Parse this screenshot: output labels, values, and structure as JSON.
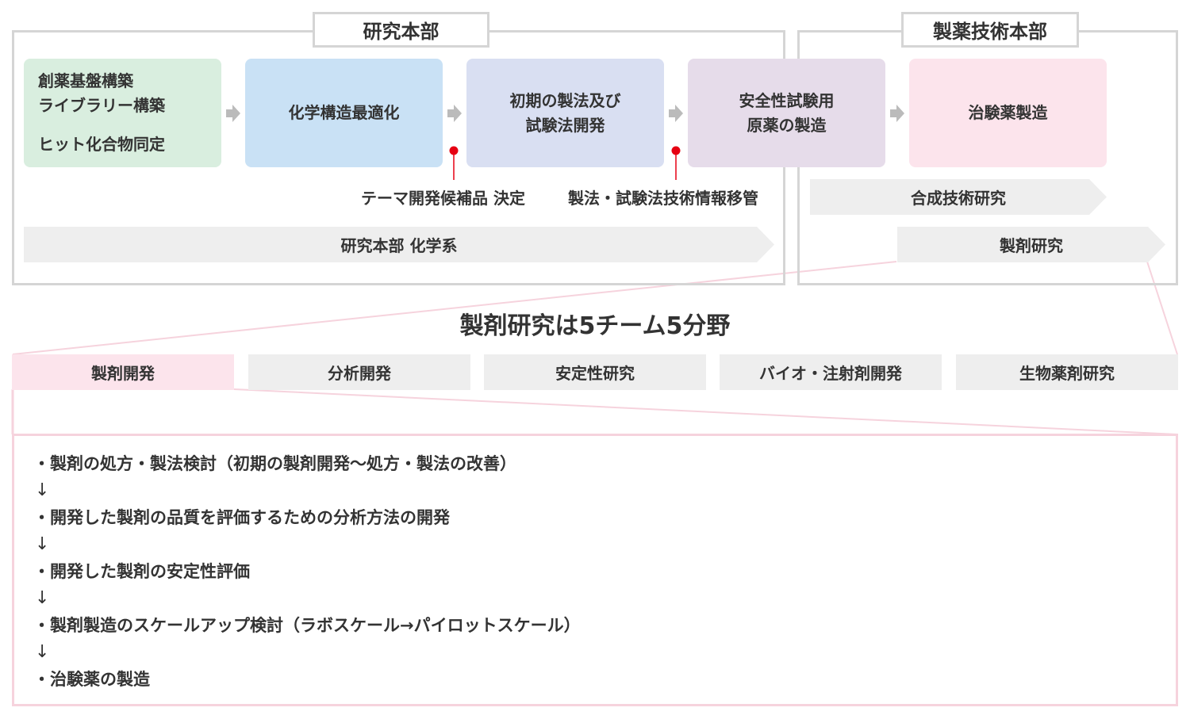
{
  "sections": {
    "research": {
      "title": "研究本部"
    },
    "pharma_tech": {
      "title": "製薬技術本部"
    }
  },
  "stages": [
    {
      "lines": [
        "創薬基盤構築",
        "ライブラリー構築",
        "ヒット化合物同定"
      ],
      "color": "#d9eedf"
    },
    {
      "lines": [
        "化学構造最適化"
      ],
      "color": "#c9e1f5"
    },
    {
      "lines": [
        "初期の製法及び",
        "試験法開発"
      ],
      "color": "#d9dff2"
    },
    {
      "lines": [
        "安全性試験用",
        "原薬の製造"
      ],
      "color": "#e6dcea"
    },
    {
      "lines": [
        "治験薬製造"
      ],
      "color": "#fce4ec"
    }
  ],
  "milestones": [
    {
      "label": "テーマ開発候補品 決定"
    },
    {
      "label": "製法・試験法技術情報移管"
    }
  ],
  "bands": {
    "research_chem": "研究本部 化学系",
    "synthesis": "合成技術研究",
    "formulation": "製剤研究"
  },
  "headline": "製剤研究は5チーム5分野",
  "tabs": [
    {
      "label": "製剤開発",
      "active": true
    },
    {
      "label": "分析開発",
      "active": false
    },
    {
      "label": "安定性研究",
      "active": false
    },
    {
      "label": "バイオ・注射剤開発",
      "active": false
    },
    {
      "label": "生物薬剤研究",
      "active": false
    }
  ],
  "details": [
    "・製剤の処方・製法検討（初期の製剤開発～処方・製法の改善）",
    "・開発した製剤の品質を評価するための分析方法の開発",
    "・開発した製剤の安定性評価",
    "・製剤製造のスケールアップ検討（ラボスケール→パイロットスケール）",
    "・治験薬の製造"
  ],
  "detail_arrow": "↓",
  "colors": {
    "border_gray": "#d5d5d5",
    "pink": "#f6d3dd",
    "milestone_red": "#e60012",
    "arrow_gray": "#bbbbbb",
    "band_gray": "#eeeeee"
  }
}
